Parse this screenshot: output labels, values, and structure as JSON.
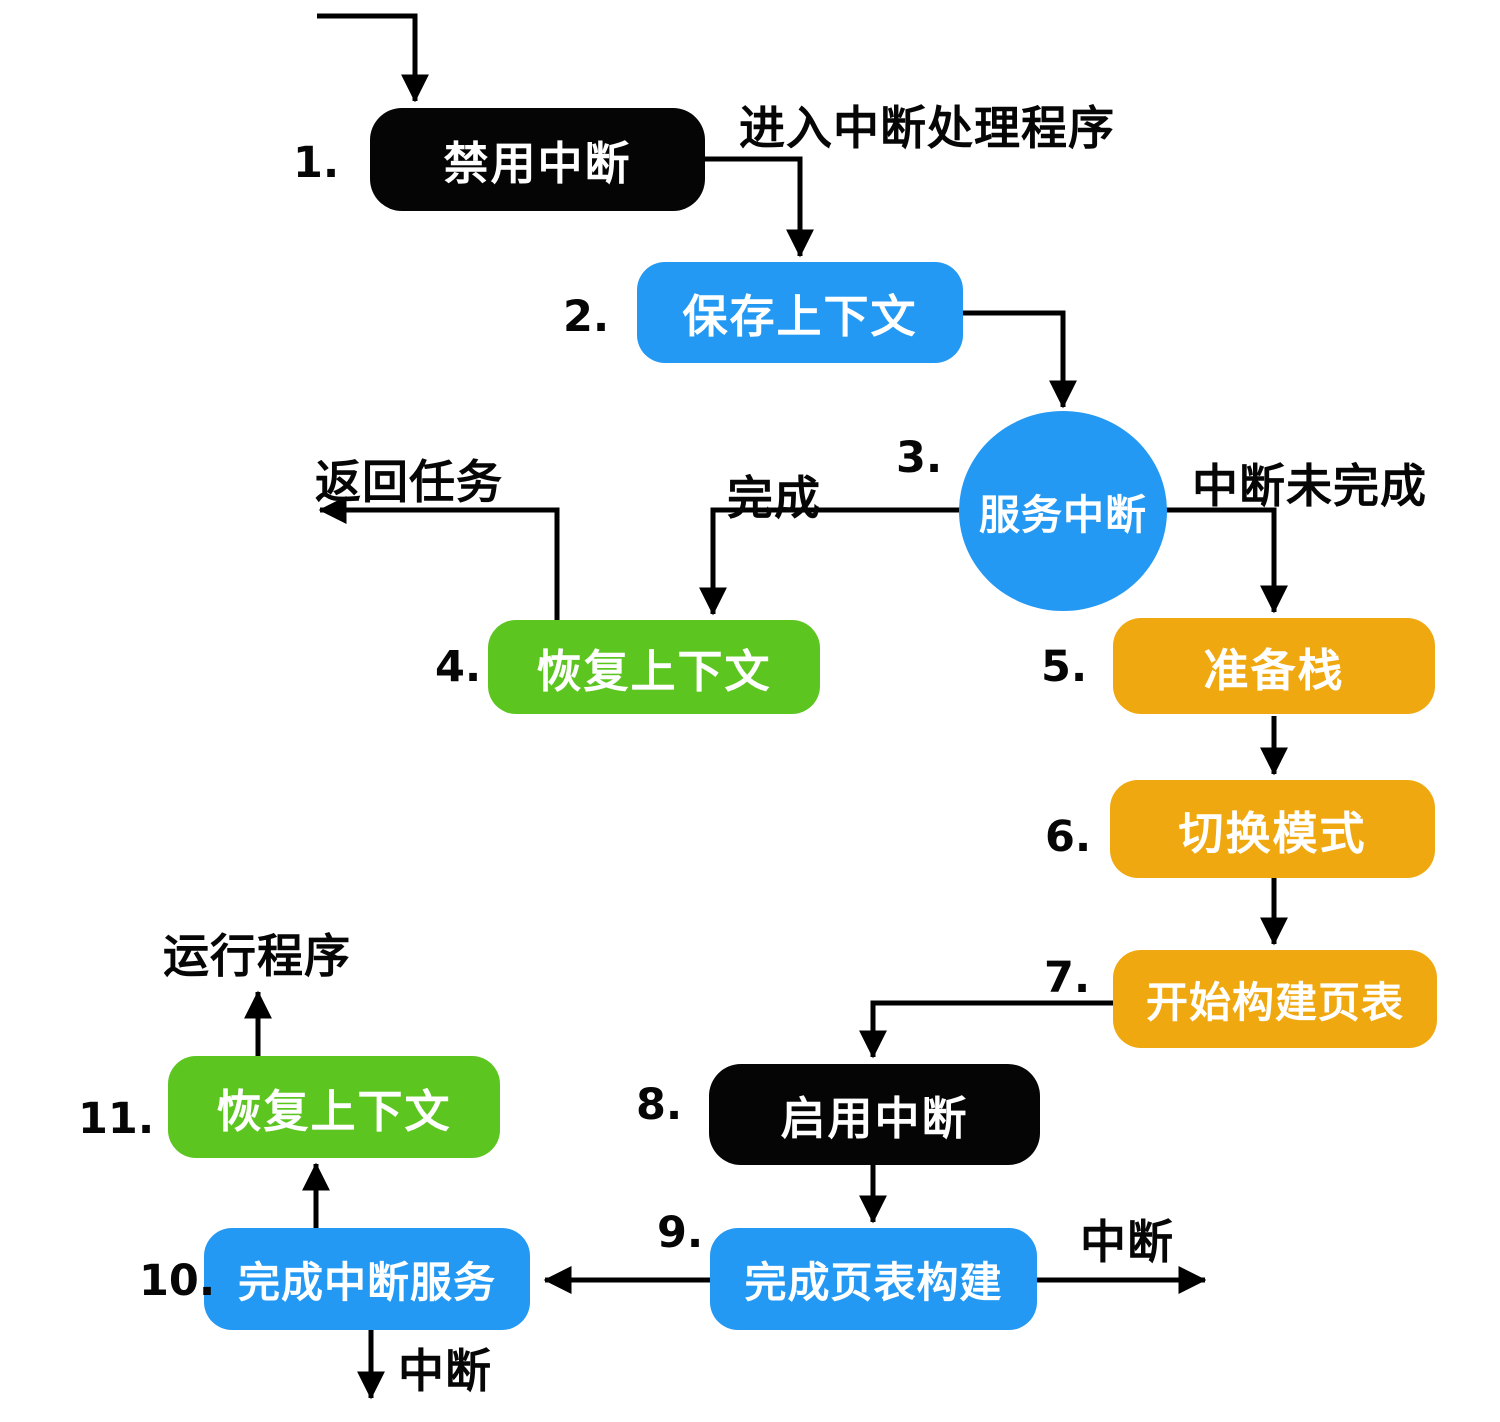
{
  "palette": {
    "node_black": "#050505",
    "node_blue": "#2499F4",
    "node_green": "#5CC51F",
    "node_orange": "#F0A810",
    "node_text": "#FFFFFF",
    "line": "#000000",
    "label_text": "#060606",
    "background": "#FFFFFF"
  },
  "nodes": {
    "disable_interrupts": {
      "number": "1.",
      "label": "禁用中断"
    },
    "save_context": {
      "number": "2.",
      "label": "保存上下文"
    },
    "service_interrupt": {
      "number": "3.",
      "label": "服务中断"
    },
    "restore_context_task": {
      "number": "4.",
      "label": "恢复上下文"
    },
    "prepare_stack": {
      "number": "5.",
      "label": "准备栈"
    },
    "switch_mode": {
      "number": "6.",
      "label": "切换模式"
    },
    "start_build_page_table": {
      "number": "7.",
      "label": "开始构建页表"
    },
    "enable_interrupts": {
      "number": "8.",
      "label": "启用中断"
    },
    "finish_page_table_build": {
      "number": "9.",
      "label": "完成页表构建"
    },
    "finish_interrupt_service": {
      "number": "10.",
      "label": "完成中断服务"
    },
    "restore_context_program": {
      "number": "11.",
      "label": "恢复上下文"
    }
  },
  "edge_labels": {
    "enter_interrupt_handler": "进入中断处理程序",
    "return_to_task": "返回任务",
    "done": "完成",
    "interrupt_not_done": "中断未完成",
    "run_program": "运行程序",
    "interrupt_after_page_table": "中断",
    "interrupt_after_service": "中断"
  }
}
